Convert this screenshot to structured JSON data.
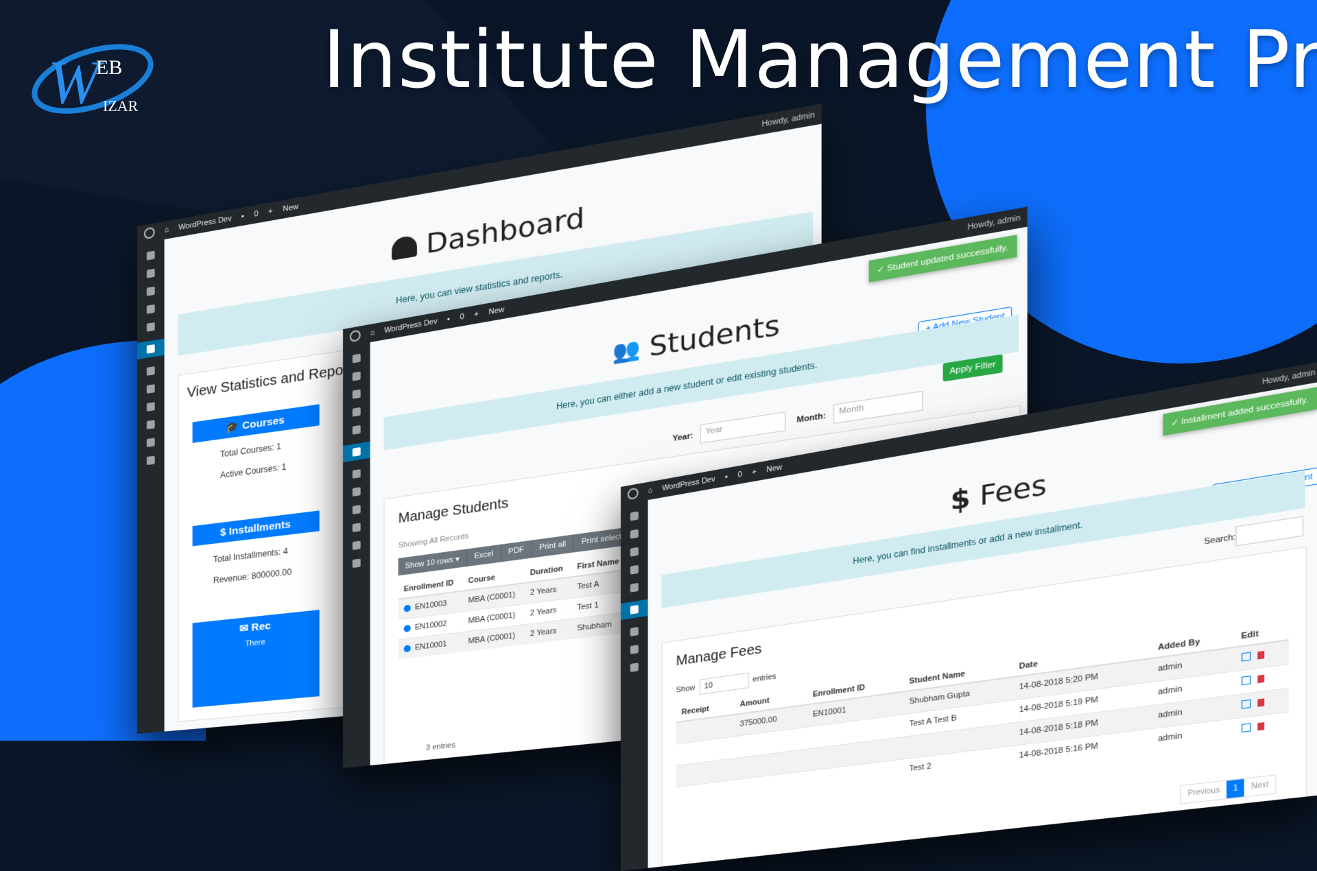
{
  "headline": "Institute Management Pro",
  "logo": {
    "text_big": "W",
    "text_top": "EB",
    "text_bottom": "IZAR"
  },
  "colors": {
    "bg_dark": "#0a1628",
    "bg_blue": "#0d6efd",
    "wp_bar": "#23282d",
    "primary": "#007bff",
    "success": "#28a745",
    "info_bg": "#d1ecf1"
  },
  "adminbar": {
    "site": "WordPress Dev",
    "comments": "0",
    "new": "New",
    "howdy": "Howdy, admin"
  },
  "dashboard": {
    "title": "Dashboard",
    "info": "Here, you can view statistics and reports.",
    "section": "View Statistics and Reports",
    "courses_label": "Courses",
    "total_courses": "Total Courses: 1",
    "active_courses": "Active Courses: 1",
    "installments_label": "$ Installments",
    "total_installments": "Total Installments: 4",
    "revenue": "Revenue: 800000.00",
    "recent_label": "Rec",
    "recent_text": "There"
  },
  "students": {
    "title": "Students",
    "toast": "Student updated successfully.",
    "info": "Here, you can either add a new student or edit existing students.",
    "add_button": "+ Add New Student",
    "apply_filter": "Apply Filter",
    "year_label": "Year:",
    "year_placeholder": "Year",
    "month_label": "Month:",
    "month_placeholder": "Month",
    "section": "Manage Students",
    "showing": "Showing All Records",
    "toolbar": [
      "Show 10 rows ▾",
      "Excel",
      "PDF",
      "Print all",
      "Print selected"
    ],
    "columns": [
      "Enrollment ID",
      "Course",
      "Duration",
      "First Name"
    ],
    "rows": [
      [
        "EN10003",
        "MBA (C0001)",
        "2 Years",
        "Test A"
      ],
      [
        "EN10002",
        "MBA (C0001)",
        "2 Years",
        "Test 1"
      ],
      [
        "EN10001",
        "MBA (C0001)",
        "2 Years",
        "Shubham"
      ]
    ],
    "footer": "3 entries"
  },
  "fees": {
    "title": "Fees",
    "toast": "Installment added successfully.",
    "info": "Here, you can find installments or add a new installment.",
    "add_button": "+ Add New Installment",
    "search_label": "Search:",
    "section": "Manage Fees",
    "show_label": "Show",
    "show_value": "10",
    "entries_label": "entries",
    "columns": [
      "Receipt",
      "Amount",
      "Enrollment ID",
      "Student Name",
      "Date",
      "Added By",
      "Edit"
    ],
    "rows": [
      [
        "",
        "375000.00",
        "EN10001",
        "Shubham Gupta",
        "14-08-2018 5:20 PM",
        "admin"
      ],
      [
        "",
        "",
        "",
        "Test A Test B",
        "14-08-2018 5:19 PM",
        "admin"
      ],
      [
        "",
        "",
        "",
        "",
        "14-08-2018 5:18 PM",
        "admin"
      ],
      [
        "",
        "",
        "",
        "Test 2",
        "14-08-2018 5:16 PM",
        "admin"
      ]
    ],
    "pager": [
      "Previous",
      "1",
      "Next"
    ]
  }
}
